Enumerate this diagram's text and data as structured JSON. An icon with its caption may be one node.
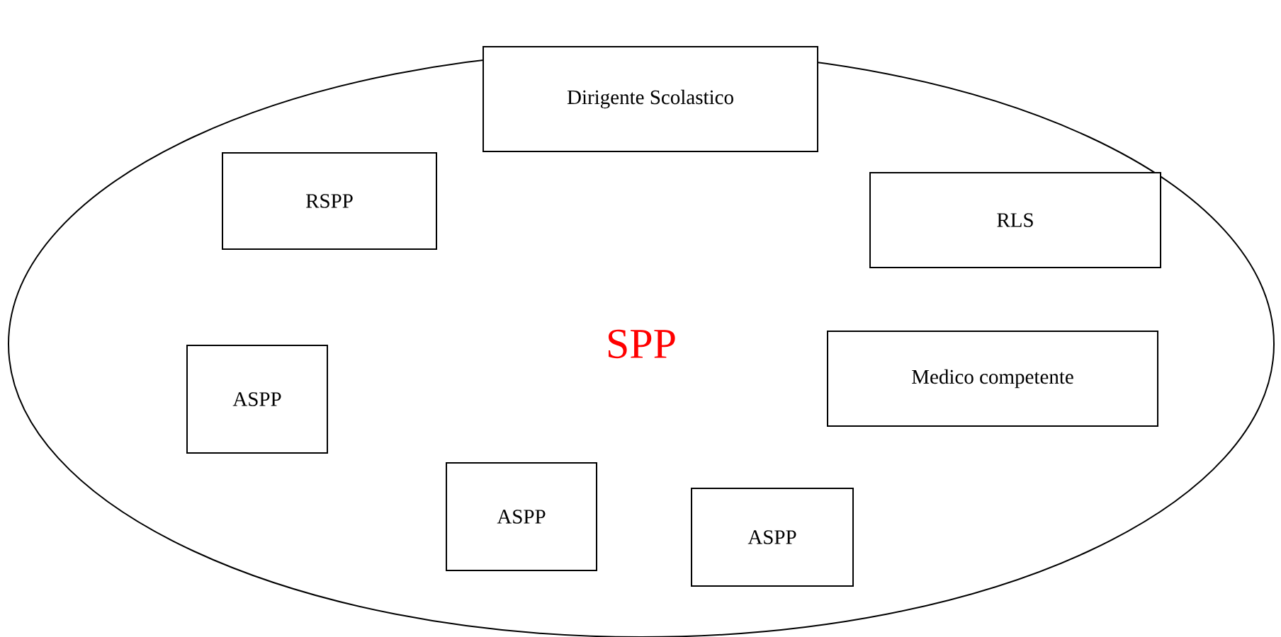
{
  "diagram": {
    "nodes": [
      {
        "text": [
          "SPP"
        ]
      },
      {
        "text": [
          "Dirigente Scolastico"
        ],
        "in": 0
      },
      {
        "text": [
          "RSPP"
        ],
        "in": 0
      },
      {
        "text": [
          "RLS"
        ],
        "in": 0
      },
      {
        "text": [
          "ASPP"
        ],
        "in": 0
      },
      {
        "text": [
          "Medico competente"
        ],
        "in": 0
      },
      {
        "text": [
          "ASPP"
        ],
        "in": 0
      },
      {
        "text": [
          "ASPP"
        ],
        "in": 0
      }
    ]
  }
}
